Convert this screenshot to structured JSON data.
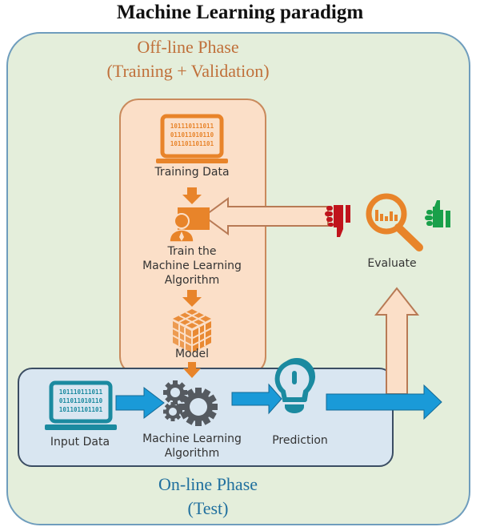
{
  "title": "Machine Learning paradigm",
  "offline_phase": {
    "title_line1": "Off-line Phase",
    "title_line2": "(Training + Validation)",
    "steps": {
      "training_data": "Training Data",
      "train_line1": "Train the",
      "train_line2": "Machine Learning",
      "train_line3": "Algorithm",
      "model": "Model"
    }
  },
  "online_phase": {
    "title_line1": "On-line Phase",
    "title_line2": "(Test)",
    "steps": {
      "input_data": "Input Data",
      "algorithm_line1": "Machine Learning",
      "algorithm_line2": "Algorithm",
      "prediction": "Prediction"
    }
  },
  "evaluate": {
    "label": "Evaluate"
  },
  "binary_text": [
    "101110111011",
    "011011010110",
    "101101101101"
  ],
  "colors": {
    "offline_accent": "#e8842a",
    "online_accent": "#1a9ad8",
    "laptop_online": "#1b8aa0",
    "gear": "#555a60",
    "thumbs_down": "#c0141c",
    "thumbs_up": "#19a04a",
    "outer_bg": "#e4eedb",
    "offline_bg": "#fbdfc8",
    "online_bg": "#d9e6f1"
  }
}
